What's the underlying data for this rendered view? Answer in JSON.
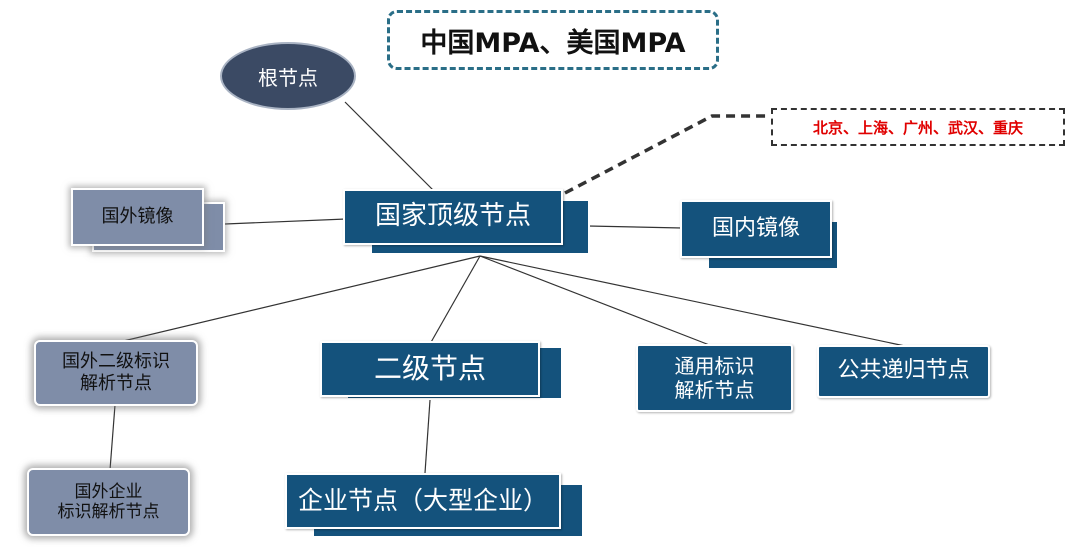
{
  "title": "中国MPA、美国MPA",
  "root": "根节点",
  "cities": "北京、上海、广州、武汉、重庆",
  "top_node": "国家顶级节点",
  "foreign_mirror": "国外镜像",
  "domestic_mirror": "国内镜像",
  "foreign_secondary": [
    "国外二级标识",
    "解析节点"
  ],
  "secondary": "二级节点",
  "generic_node": [
    "通用标识",
    "解析节点"
  ],
  "recursive": "公共递归节点",
  "foreign_enterprise": [
    "国外企业",
    "标识解析节点"
  ],
  "enterprise": "企业节点（大型企业）",
  "colors": {
    "node_blue": "#14527c",
    "node_gray": "#7f8da8",
    "root": "#3b4a64",
    "cities_text": "#e00000",
    "title_border": "#2a6e87"
  }
}
